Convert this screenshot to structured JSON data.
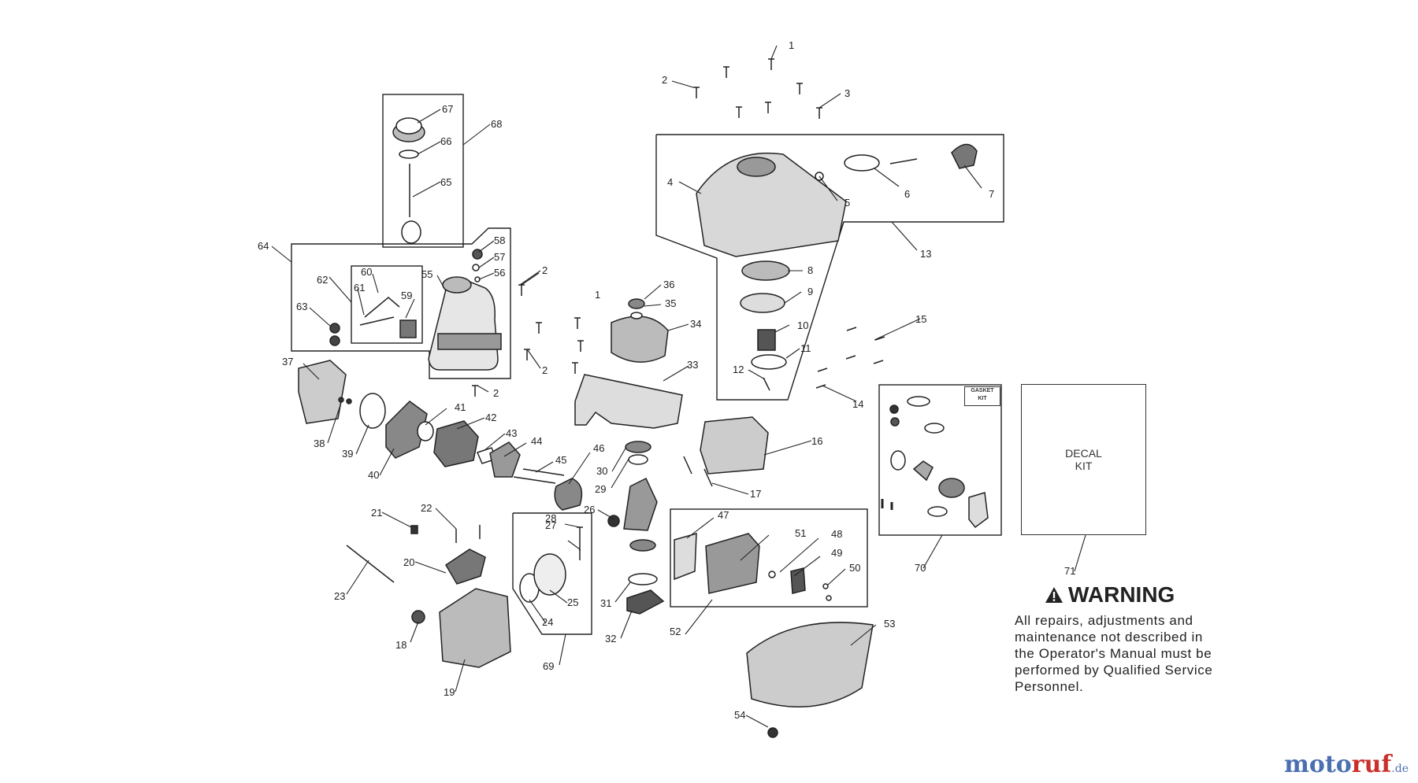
{
  "warning": {
    "title": "WARNING",
    "lines": [
      "All repairs, adjustments and",
      "maintenance not described in",
      "the Operator's Manual must be",
      "performed by Qualified Service",
      "Personnel."
    ]
  },
  "decal_kit": {
    "line1": "DECAL",
    "line2": "KIT"
  },
  "gasket_kit": {
    "line1": "GASKET",
    "line2": "KIT"
  },
  "brand": {
    "main": "moto",
    "accent": "ruf",
    "suffix": ".de"
  },
  "callouts": [
    "1",
    "2",
    "2",
    "2",
    "2",
    "1",
    "3",
    "4",
    "5",
    "6",
    "7",
    "8",
    "9",
    "10",
    "11",
    "12",
    "13",
    "14",
    "15",
    "16",
    "17",
    "18",
    "19",
    "20",
    "21",
    "22",
    "23",
    "24",
    "25",
    "26",
    "27",
    "28",
    "29",
    "30",
    "31",
    "32",
    "33",
    "34",
    "35",
    "36",
    "37",
    "38",
    "39",
    "40",
    "41",
    "42",
    "43",
    "44",
    "45",
    "46",
    "47",
    "48",
    "49",
    "50",
    "51",
    "52",
    "53",
    "54",
    "55",
    "56",
    "57",
    "58",
    "59",
    "60",
    "61",
    "62",
    "63",
    "64",
    "65",
    "66",
    "67",
    "68",
    "69",
    "70",
    "71"
  ]
}
